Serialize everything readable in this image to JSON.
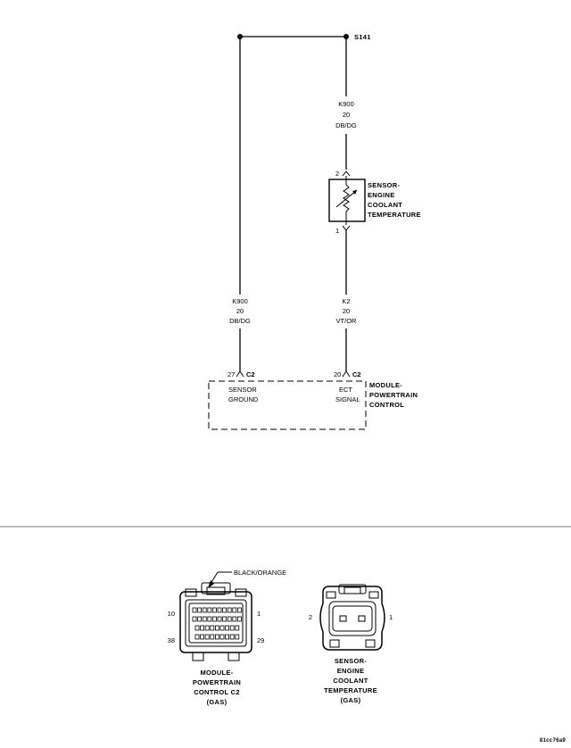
{
  "splice": {
    "label": "S141"
  },
  "wire_top": {
    "circuit": "K900",
    "gauge": "20",
    "color": "DB/DG"
  },
  "sensor": {
    "pin_top": "2",
    "pin_bottom": "1",
    "name_lines": [
      "SENSOR-",
      "ENGINE",
      "COOLANT",
      "TEMPERATURE"
    ]
  },
  "wire_left": {
    "circuit": "K900",
    "gauge": "20",
    "color": "DB/DG"
  },
  "wire_right": {
    "circuit": "K2",
    "gauge": "20",
    "color": "VT/OR"
  },
  "pcm": {
    "pin_left": "27",
    "pin_right": "20",
    "connector": "C2",
    "left_func": [
      "SENSOR",
      "GROUND"
    ],
    "right_func": [
      "ECT",
      "SIGNAL"
    ],
    "name_lines": [
      "MODULE-",
      "POWERTRAIN",
      "CONTROL"
    ]
  },
  "connector_views": {
    "pcm": {
      "callout": "BLACK/ORANGE",
      "pin_tl": "10",
      "pin_tr": "1",
      "pin_bl": "38",
      "pin_br": "29",
      "caption": [
        "MODULE-",
        "POWERTRAIN",
        "CONTROL C2",
        "(GAS)"
      ]
    },
    "sensor": {
      "pin_left": "2",
      "pin_right": "1",
      "caption": [
        "SENSOR-",
        "ENGINE",
        "COOLANT",
        "TEMPERATURE",
        "(GAS)"
      ]
    }
  },
  "figure_id": "81cc76a9"
}
